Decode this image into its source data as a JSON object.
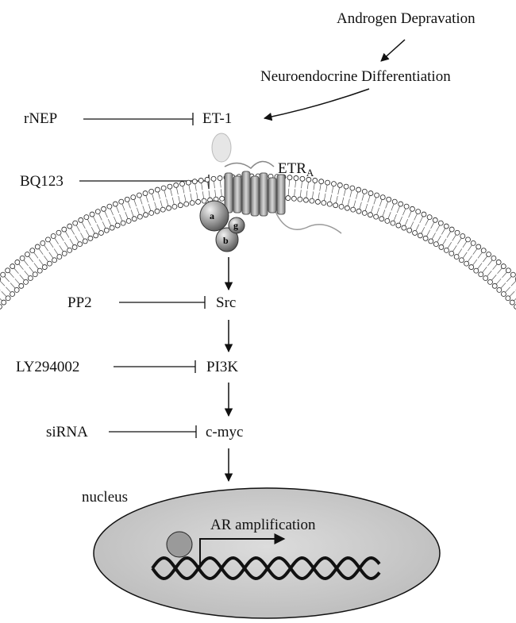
{
  "upstream": {
    "stimulus": "Androgen Depravation",
    "process": "Neuroendocrine Differentiation"
  },
  "ligand": {
    "name": "ET-1",
    "inhibitor": "rNEP"
  },
  "receptor": {
    "name": "ETR",
    "subscript": "A",
    "antagonist": "BQ123",
    "g_protein_subunits": [
      "a",
      "b",
      "g"
    ]
  },
  "pathway": [
    {
      "node": "Src",
      "inhibitor": "PP2"
    },
    {
      "node": "PI3K",
      "inhibitor": "LY294002"
    },
    {
      "node": "c-myc",
      "inhibitor": "siRNA"
    }
  ],
  "nucleus": {
    "label": "nucleus",
    "outcome": "AR amplification"
  }
}
